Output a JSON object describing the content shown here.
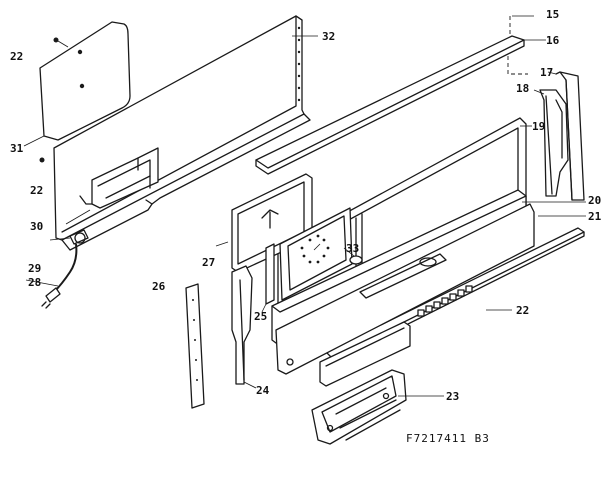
{
  "diagram": {
    "drawing_code": "F7217411 B3",
    "labels": {
      "p15": "15",
      "p16": "16",
      "p17": "17",
      "p18": "18",
      "p19": "19",
      "p20": "20",
      "p21": "21",
      "p22a": "22",
      "p22b": "22",
      "p22c": "22",
      "p23": "23",
      "p24": "24",
      "p25": "25",
      "p26": "26",
      "p27": "27",
      "p28": "28",
      "p29": "29",
      "p30": "30",
      "p31": "31",
      "p32": "32",
      "p33": "33"
    }
  }
}
